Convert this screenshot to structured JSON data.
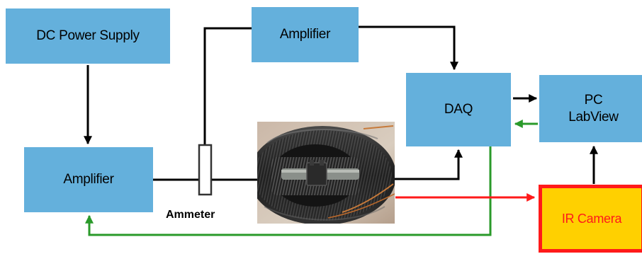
{
  "boxes": {
    "dc_power_supply": "DC Power Supply",
    "amplifier_top": "Amplifier",
    "amplifier_left": "Amplifier",
    "daq": "DAQ",
    "pc_labview": "PC\nLabView",
    "ir_camera": "IR Camera"
  },
  "labels": {
    "ammeter": "Ammeter"
  },
  "colors": {
    "box_fill": "#64b0dc",
    "camera_fill": "#ffd000",
    "camera_border": "#ff1a1a",
    "black_line": "#000000",
    "green_line": "#2a9a2a",
    "red_line": "#ff1a1a"
  },
  "image": {
    "subject": "coil-actuator-photo"
  }
}
